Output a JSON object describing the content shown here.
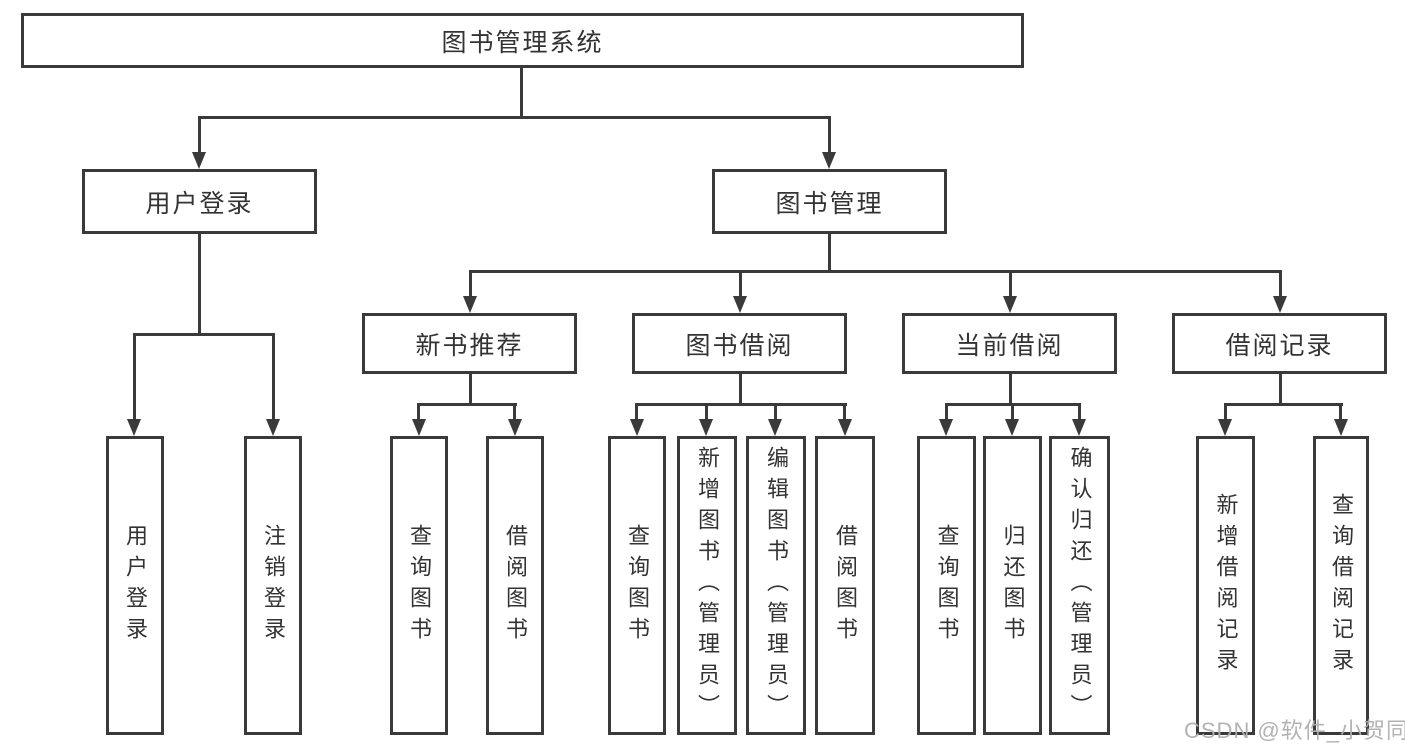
{
  "diagram": {
    "root": "图书管理系统",
    "level2": {
      "user_login": "用户登录",
      "book_mgmt": "图书管理"
    },
    "level3": {
      "new_book_rec": "新书推荐",
      "book_borrow": "图书借阅",
      "current_borrow": "当前借阅",
      "borrow_record": "借阅记录"
    },
    "leaves": {
      "user_login": "用户登录",
      "logout": "注销登录",
      "rec_query": "查询图书",
      "rec_borrow": "借阅图书",
      "bb_query": "查询图书",
      "bb_add": "新增图书（管理员）",
      "bb_edit": "编辑图书（管理员）",
      "bb_borrow": "借阅图书",
      "cb_query": "查询图书",
      "cb_return": "归还图书",
      "cb_confirm": "确认归还（管理员）",
      "br_add": "新增借阅记录",
      "br_query": "查询借阅记录"
    },
    "watermark": "CSDN @软件_小贺同学",
    "colors": {
      "line": "#3a3a3a",
      "text": "#333333",
      "box_bg": "#ffffff",
      "watermark": "#afafb2"
    }
  }
}
